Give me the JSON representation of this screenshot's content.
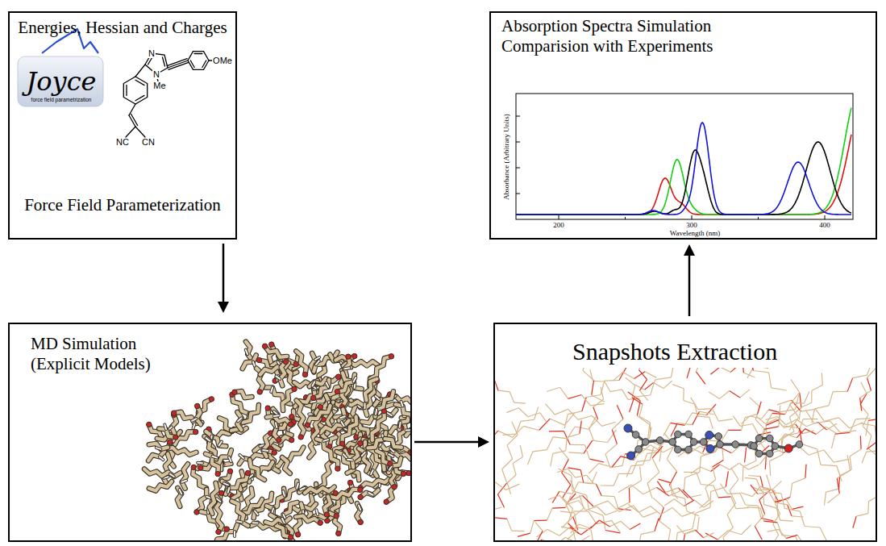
{
  "diagram": {
    "nodes": [
      {
        "text": [
          "Energies, Hessian and Charges",
          "Force Field Parameterization"
        ]
      },
      {
        "text": [
          "Absorption Spectra Simulation Comparision with Experiments"
        ]
      },
      {
        "text": [
          "MD Simulation (Explicit Models)"
        ]
      },
      {
        "text": [
          "Snapshots Extraction"
        ]
      }
    ],
    "edges": [
      {
        "from": 0,
        "to": 2,
        "arrow": "to"
      },
      {
        "from": 2,
        "to": 3,
        "arrow": "to"
      },
      {
        "from": 3,
        "to": 1,
        "arrow": "to"
      }
    ],
    "labels": [
      "Joyce",
      "force field parametrization",
      "N",
      "N",
      "Me",
      "OMe",
      "NC",
      "CN",
      "Absorbance (Arbitrary Units)",
      "200",
      "300",
      "400",
      "Wavelength (nm)"
    ]
  }
}
